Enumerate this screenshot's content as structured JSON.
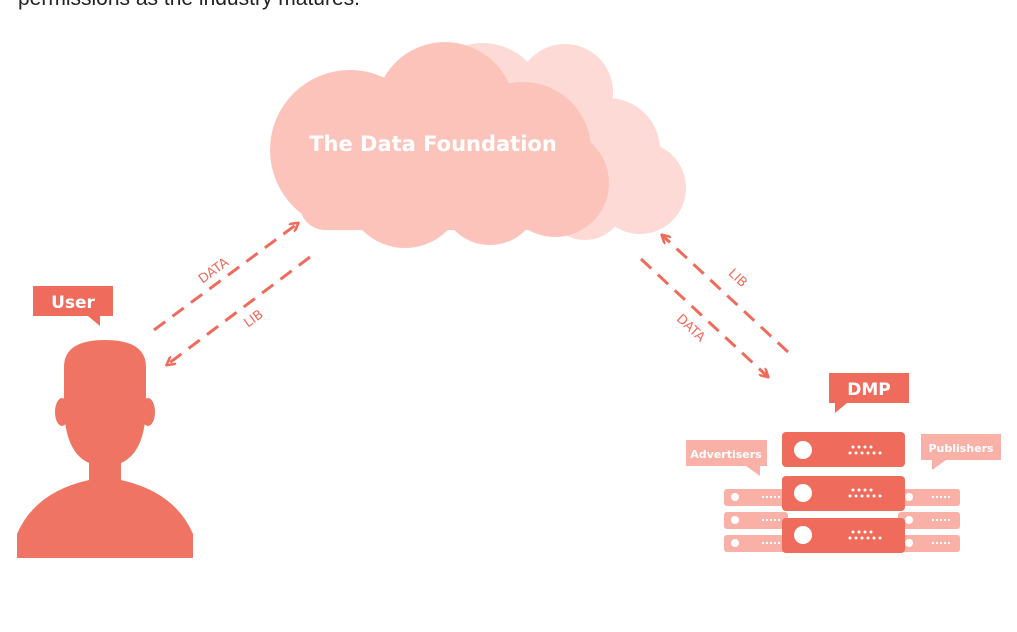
{
  "top_text": "permissions as the industry matures.",
  "cloud": {
    "label": "The Data Foundation"
  },
  "user": {
    "label": "User"
  },
  "dmp": {
    "label": "DMP",
    "left_label": "Advertisers",
    "right_label": "Publishers"
  },
  "arrows": {
    "user_to_cloud": "DATA",
    "cloud_to_user": "LIB",
    "cloud_to_dmp": "LIB",
    "dmp_to_cloud": "DATA"
  },
  "colors": {
    "cloud_front": "#fcc3bb",
    "cloud_back": "#fddad5",
    "accent": "#ef6b5b",
    "accent_light": "#f9b0a7",
    "text_white": "#ffffff"
  }
}
